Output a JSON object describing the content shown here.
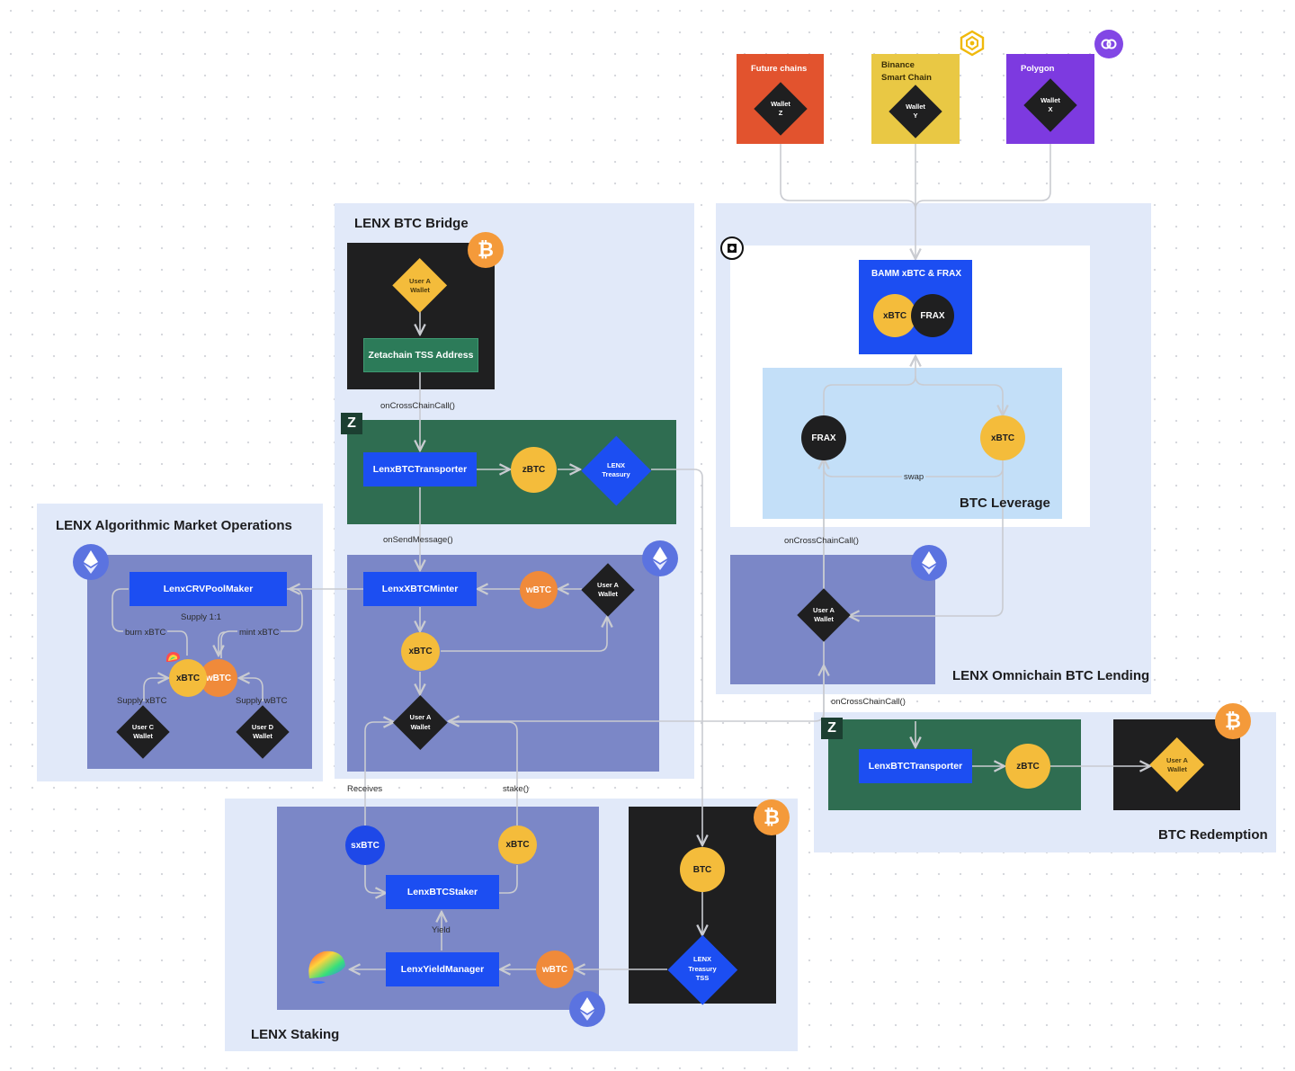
{
  "panels": {
    "bridge": "LENX BTC Bridge",
    "lending": "LENX Omnichain BTC Lending",
    "amo": "LENX Algorithmic Market Operations",
    "staking": "LENX Staking",
    "redemption": "BTC Redemption",
    "leverage": "BTC Leverage"
  },
  "chains": {
    "future": {
      "title": "Future chains",
      "wallet_l1": "Wallet",
      "wallet_l2": "Z",
      "color": "#e2532e"
    },
    "bsc": {
      "title_l1": "Binance",
      "title_l2": "Smart Chain",
      "wallet_l1": "Wallet",
      "wallet_l2": "Y",
      "color": "#e9c844"
    },
    "polygon": {
      "title": "Polygon",
      "wallet_l1": "Wallet",
      "wallet_l2": "X",
      "color": "#7d3ae0"
    }
  },
  "bridge": {
    "user_wallet_l1": "User A",
    "user_wallet_l2": "Wallet",
    "tss_address": "Zetachain TSS Address",
    "on_cross_chain_call": "onCrossChainCall()",
    "transporter": "LenxBTCTransporter",
    "zbtc": "zBTC",
    "treasury_l1": "LENX",
    "treasury_l2": "Treasury",
    "on_send_message": "onSendMessage()",
    "minter": "LenxXBTCMinter",
    "wbtc": "wBTC",
    "user_a_l1": "User A",
    "user_a_l2": "Wallet",
    "xbtc": "xBTC",
    "user_a2_l1": "User A",
    "user_a2_l2": "Wallet"
  },
  "lending": {
    "bamm": "BAMM xBTC & FRAX",
    "xbtc": "xBTC",
    "frax": "FRAX",
    "lev_frax": "FRAX",
    "lev_xbtc": "xBTC",
    "swap": "swap",
    "on_cross_chain_call": "onCrossChainCall()",
    "user_l1": "User A",
    "user_l2": "Wallet",
    "on_cross_chain_call_2": "onCrossChainCall()"
  },
  "amo": {
    "pool_maker": "LenxCRVPoolMaker",
    "supply_ratio": "Supply 1:1",
    "burn": "burn xBTC",
    "mint": "mint xBTC",
    "xbtc": "xBTC",
    "wbtc": "wBTC",
    "supply_xbtc": "Supply xBTC",
    "supply_wbtc": "Supply wBTC",
    "user_c_l1": "User C",
    "user_c_l2": "Wallet",
    "user_d_l1": "User D",
    "user_d_l2": "Wallet"
  },
  "staking": {
    "receives": "Receives",
    "stake": "stake()",
    "sxbtc": "sxBTC",
    "xbtc": "xBTC",
    "staker": "LenxBTCStaker",
    "yield": "Yield",
    "yield_manager": "LenxYieldManager",
    "wbtc": "wBTC",
    "btc": "BTC",
    "tss_l1": "LENX",
    "tss_l2": "Treasury",
    "tss_l3": "TSS"
  },
  "redemption": {
    "transporter": "LenxBTCTransporter",
    "zbtc": "zBTC",
    "user_l1": "User A",
    "user_l2": "Wallet"
  },
  "icons": {
    "bitcoin": "bitcoin-icon",
    "ethereum": "ethereum-icon",
    "zetachain": "zetachain-icon",
    "bnb": "bnb-icon",
    "polygon": "polygon-icon",
    "frax": "frax-icon",
    "curve": "curve-icon"
  },
  "colors": {
    "blue": "#1c4ef2",
    "yellow": "#f4bc3b",
    "orange": "#f08a3a",
    "green": "#2f6d51",
    "violet": "#7b87c7",
    "dark": "#1f1f20"
  }
}
